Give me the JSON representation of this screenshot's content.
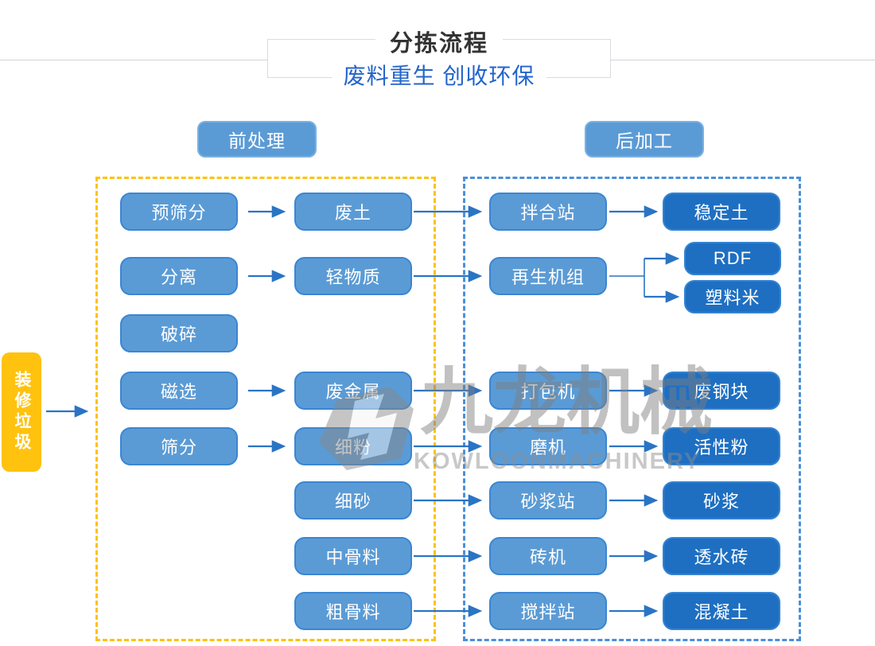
{
  "header": {
    "title": "分拣流程",
    "subtitle": "废料重生 创收环保"
  },
  "stages": {
    "pre_label": "前处理",
    "post_label": "后加工"
  },
  "source_label": "装修垃圾",
  "nodes": {
    "pre_screen": "预筛分",
    "waste_soil": "废土",
    "mix_station": "拌合站",
    "stable_soil": "稳定土",
    "separate": "分离",
    "light_material": "轻物质",
    "regen_unit": "再生机组",
    "rdf": "RDF",
    "plastic_pellet": "塑料米",
    "crush": "破碎",
    "magnetic": "磁选",
    "waste_metal": "废金属",
    "baler": "打包机",
    "steel_block": "废钢块",
    "screen": "筛分",
    "fine_powder": "细粉",
    "mill": "磨机",
    "active_powder": "活性粉",
    "fine_sand": "细砂",
    "mortar_station": "砂浆站",
    "mortar": "砂浆",
    "mid_aggregate": "中骨料",
    "brick_machine": "砖机",
    "permeable_brick": "透水砖",
    "coarse_aggregate": "粗骨料",
    "concrete_station": "搅拌站",
    "concrete": "混凝土"
  },
  "watermark": {
    "cn": "九龙机械",
    "en": "KOWLOONMACHINERY"
  },
  "colors": {
    "light_node": "#5B9BD5",
    "dark_node": "#1E6FC2",
    "accent_yellow": "#FFC20E",
    "dashed_yellow": "#FDC30B",
    "dashed_blue": "#4A90D9",
    "arrow": "#2A74C4",
    "subtitle_blue": "#2365CB",
    "title_dark": "#333333"
  }
}
